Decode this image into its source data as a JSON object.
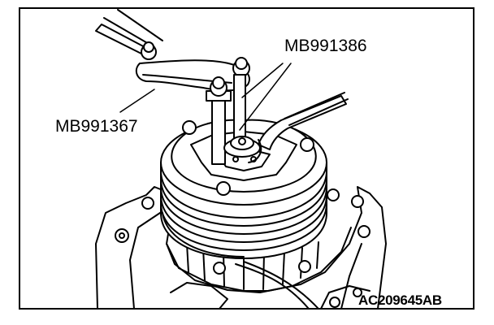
{
  "labels": {
    "tool_upper": "MB991386",
    "tool_lower": "MB991367",
    "figure_code": "AC209645AB"
  }
}
